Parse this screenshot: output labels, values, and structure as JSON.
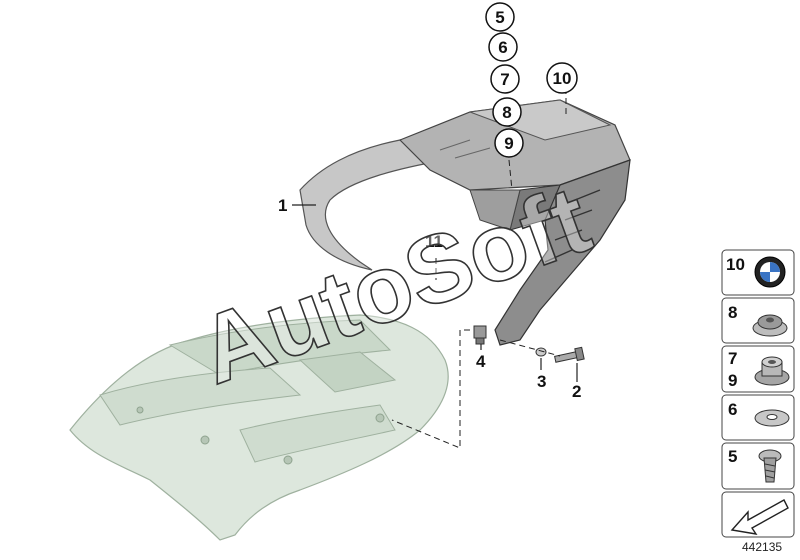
{
  "diagram": {
    "callouts_left": [
      {
        "id": "callout-1",
        "label": "1"
      },
      {
        "id": "callout-2",
        "label": "2"
      },
      {
        "id": "callout-3",
        "label": "3"
      },
      {
        "id": "callout-4",
        "label": "4"
      },
      {
        "id": "callout-11",
        "label": "11"
      }
    ],
    "circled_stack": [
      "5",
      "6",
      "7",
      "8",
      "9"
    ],
    "circled_10": "10",
    "watermark": "AutoSoft",
    "catalog_number": "442135"
  },
  "legend": {
    "cells": [
      {
        "labels": [
          "10"
        ],
        "icon": "bmw-emblem-icon"
      },
      {
        "labels": [
          "8"
        ],
        "icon": "grommet-nut-icon"
      },
      {
        "labels": [
          "7",
          "9"
        ],
        "icon": "rubber-bushing-icon"
      },
      {
        "labels": [
          "6"
        ],
        "icon": "washer-icon"
      },
      {
        "labels": [
          "5"
        ],
        "icon": "screw-icon"
      },
      {
        "labels": [],
        "icon": "arrow-icon"
      }
    ]
  },
  "colors": {
    "rack": "#a9a9a9",
    "rack_dark": "#6f6f6f",
    "fairing": "#d6e3d6",
    "line": "#222222"
  }
}
